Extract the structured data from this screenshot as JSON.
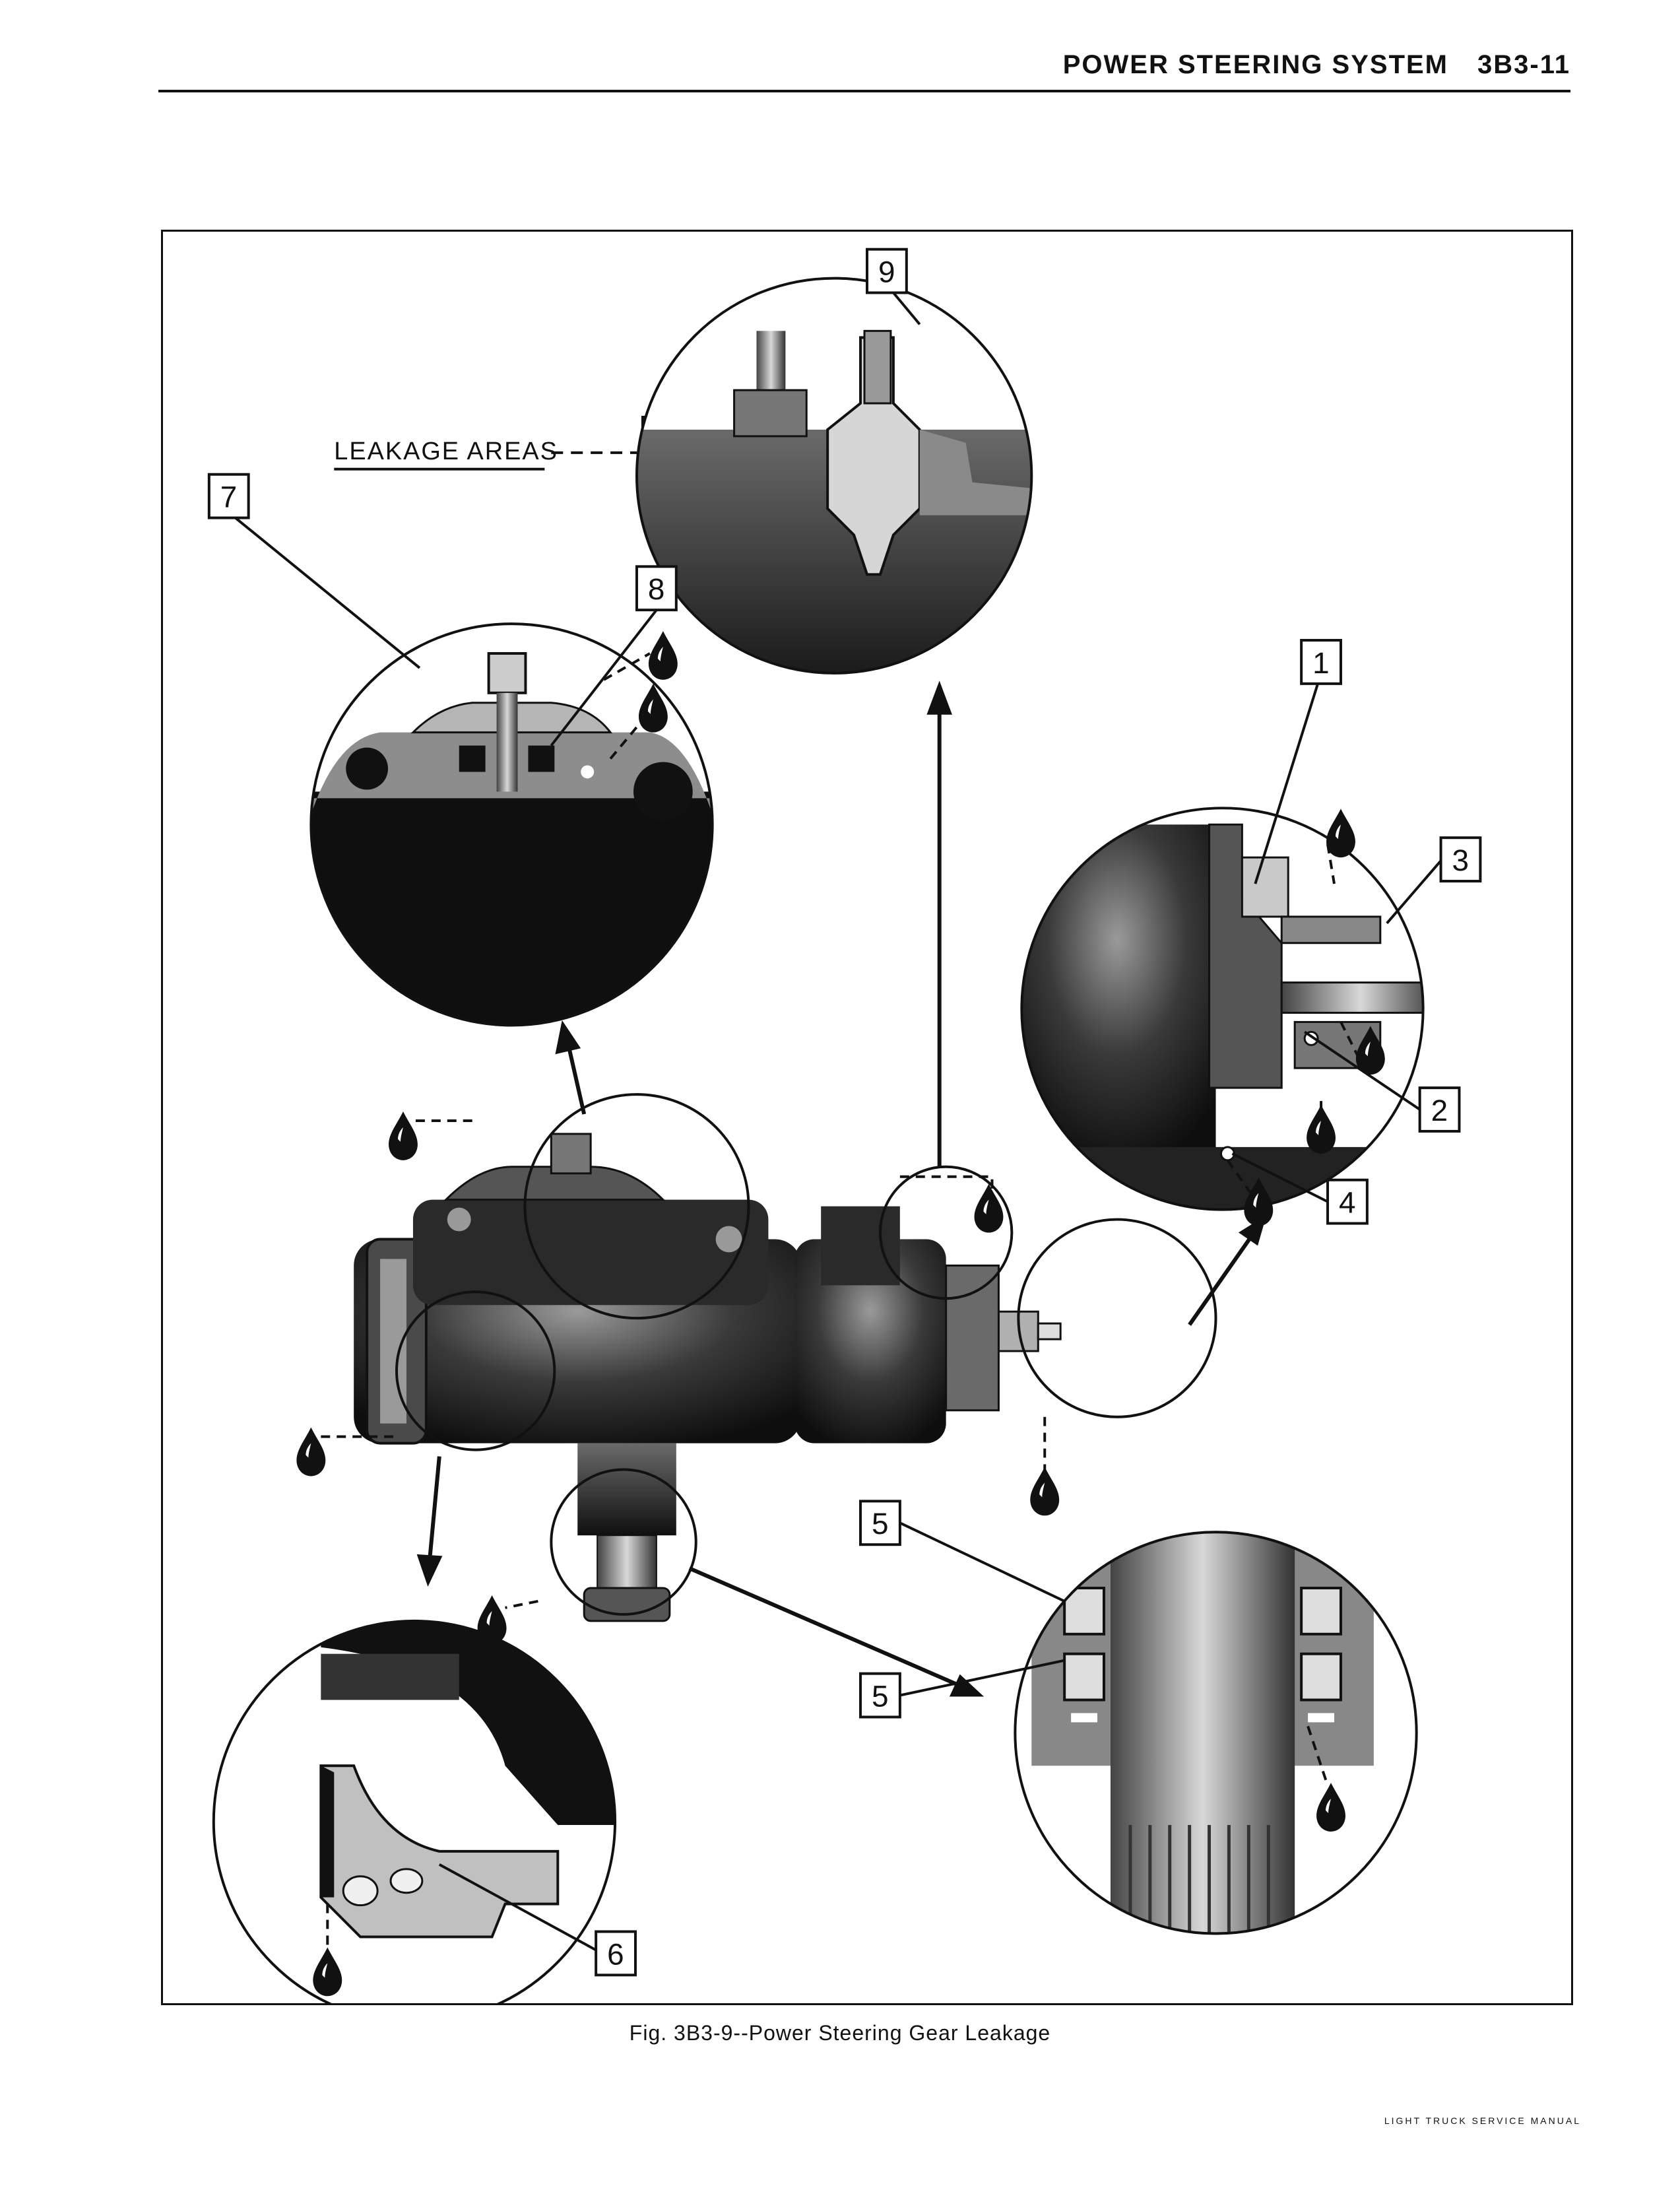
{
  "header": {
    "section_title": "POWER STEERING SYSTEM",
    "page_number": "3B3-11"
  },
  "figure": {
    "legend_label": "LEAKAGE AREAS",
    "callouts": [
      {
        "id": "callout-1",
        "number": "1"
      },
      {
        "id": "callout-2",
        "number": "2"
      },
      {
        "id": "callout-3",
        "number": "3"
      },
      {
        "id": "callout-4",
        "number": "4"
      },
      {
        "id": "callout-5a",
        "number": "5"
      },
      {
        "id": "callout-5b",
        "number": "5"
      },
      {
        "id": "callout-6",
        "number": "6"
      },
      {
        "id": "callout-7",
        "number": "7"
      },
      {
        "id": "callout-8",
        "number": "8"
      },
      {
        "id": "callout-9",
        "number": "9"
      }
    ],
    "caption": "Fig. 3B3-9--Power Steering Gear Leakage"
  },
  "footer": {
    "manual_name": "LIGHT TRUCK SERVICE MANUAL"
  },
  "colors": {
    "ink": "#111111",
    "dark_fill": "#1e1e1e",
    "mid_gray": "#5a5a5a",
    "light_gray": "#bdbdbd",
    "paper": "#ffffff"
  }
}
